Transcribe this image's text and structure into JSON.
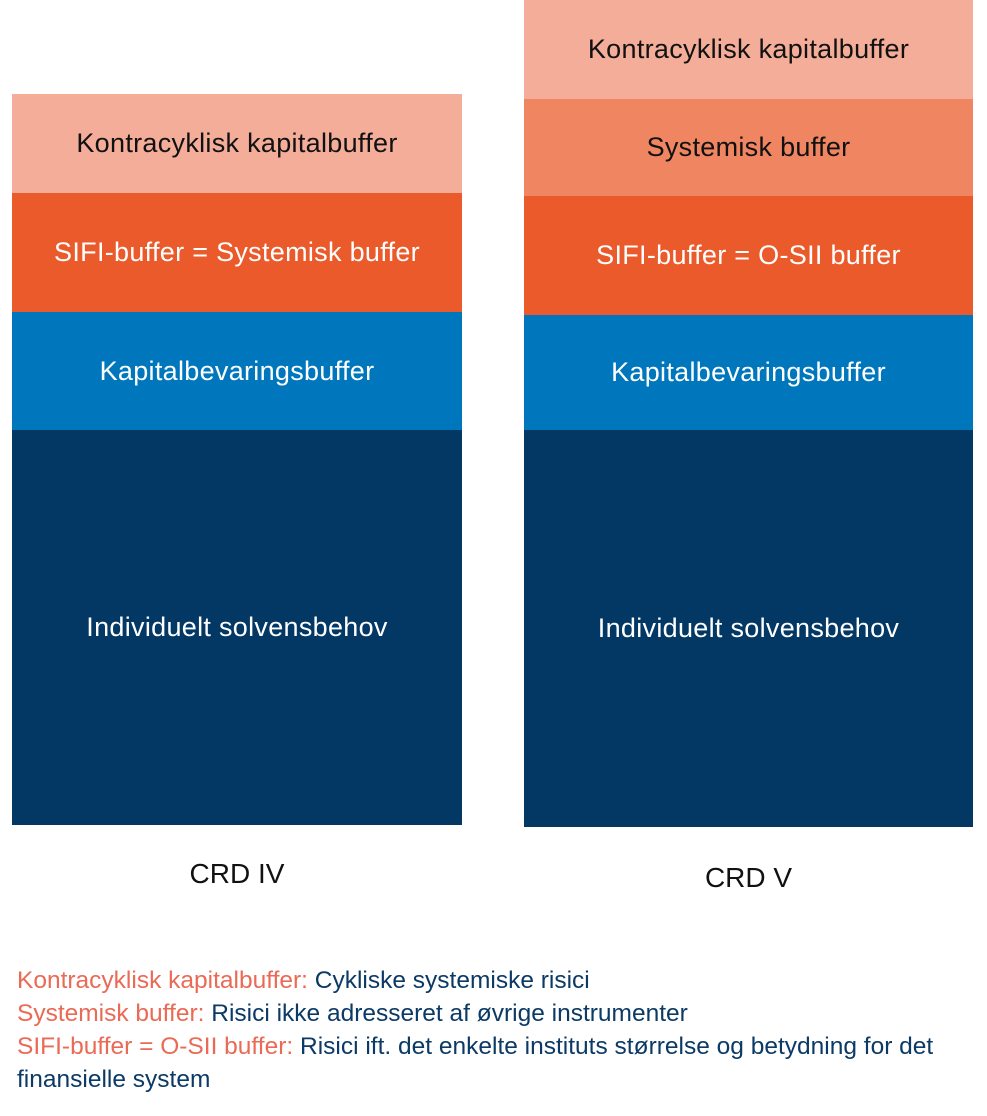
{
  "diagram": {
    "colors": {
      "kontracyklisk": "#f4ad98",
      "systemisk": "#f08562",
      "sifi": "#eb5a2b",
      "kapitalbevaring": "#0077bd",
      "solvensbehov": "#033764",
      "legend_term": "#ea6a55",
      "legend_text": "#0c3a66"
    },
    "columns": [
      {
        "label": "CRD IV",
        "blocks": [
          {
            "label": "Kontracyklisk kapitalbuffer"
          },
          {
            "label": "SIFI-buffer = Systemisk buffer"
          },
          {
            "label": "Kapitalbevaringsbuffer"
          },
          {
            "label": "Individuelt solvensbehov"
          }
        ]
      },
      {
        "label": "CRD V",
        "blocks": [
          {
            "label": "Kontracyklisk kapitalbuffer"
          },
          {
            "label": "Systemisk buffer"
          },
          {
            "label": "SIFI-buffer = O-SII buffer"
          },
          {
            "label": "Kapitalbevaringsbuffer"
          },
          {
            "label": "Individuelt solvensbehov"
          }
        ]
      }
    ]
  },
  "legend": [
    {
      "term": "Kontracyklisk kapitalbuffer:",
      "desc": " Cykliske systemiske risici"
    },
    {
      "term": "Systemisk buffer:",
      "desc": " Risici ikke adresseret af øvrige instrumenter"
    },
    {
      "term": "SIFI-buffer = O-SII buffer:",
      "desc": " Risici ift. det enkelte instituts størrelse og betydning for det finansielle system"
    }
  ]
}
